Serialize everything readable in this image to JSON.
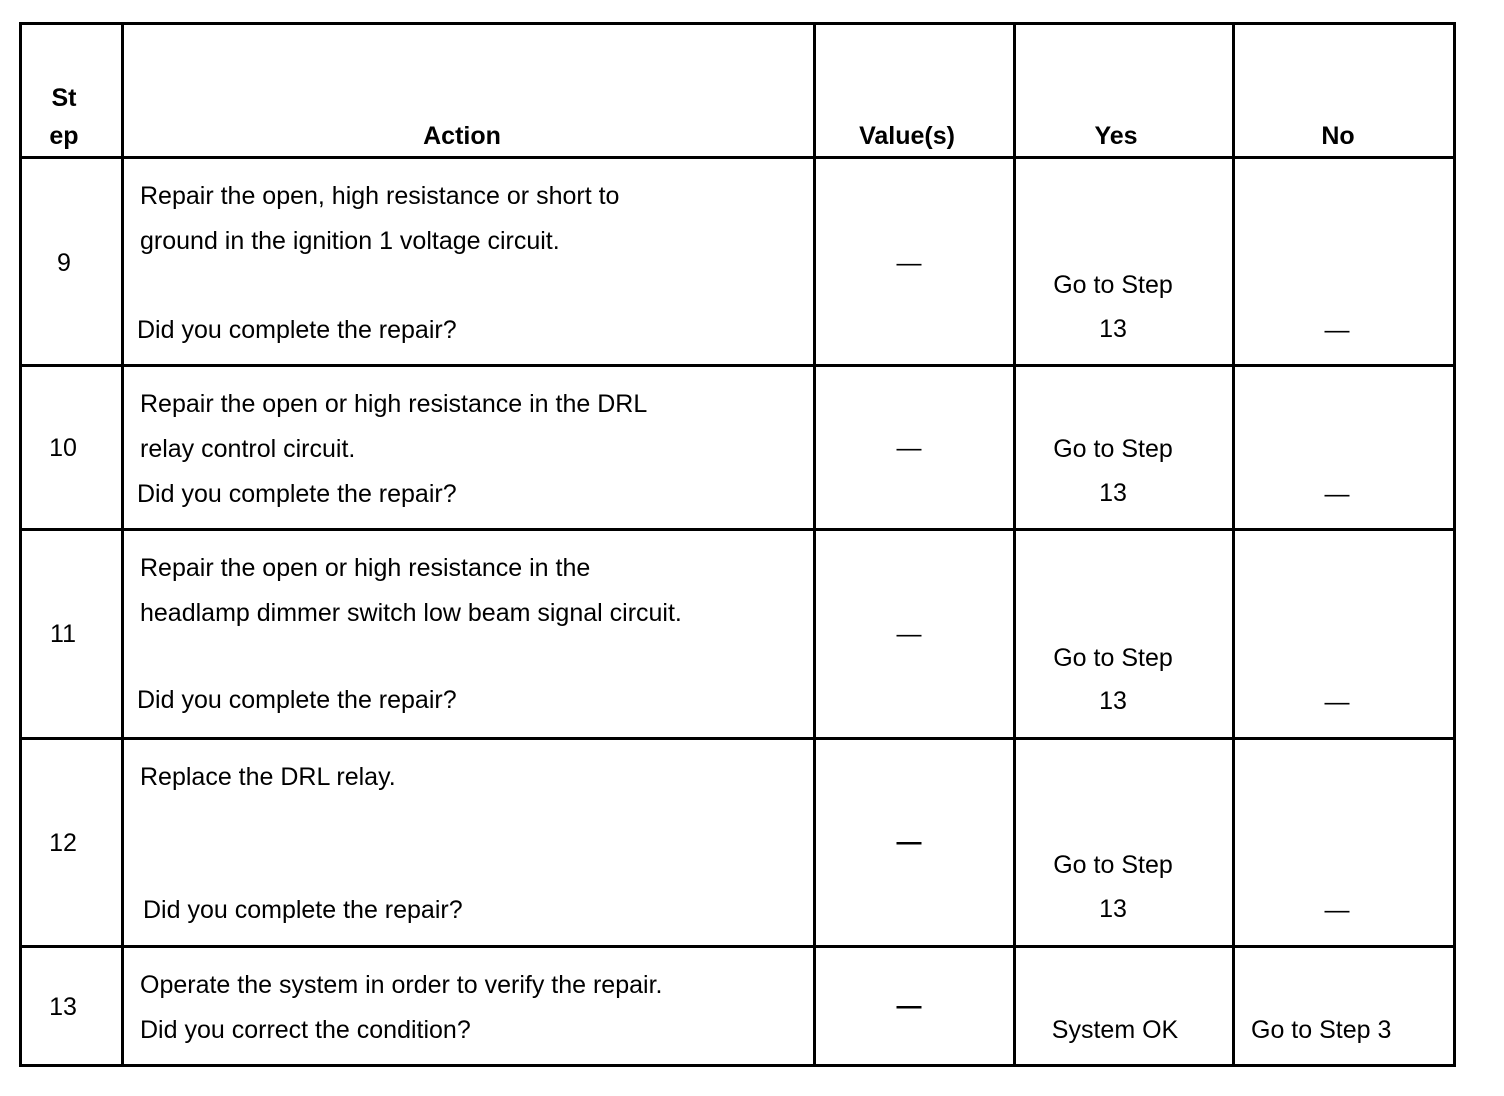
{
  "header": {
    "step_line1": "St",
    "step_line2": "ep",
    "action": "Action",
    "values": "Value(s)",
    "yes": "Yes",
    "no": "No"
  },
  "rows": [
    {
      "step": "9",
      "action_lines": [
        "Repair the open, high resistance or short to",
        "ground in the ignition 1 voltage circuit.",
        "Did you complete the repair?"
      ],
      "value": "—",
      "yes_lines": [
        "Go to Step",
        "13"
      ],
      "no": "—"
    },
    {
      "step": "10",
      "action_lines": [
        "Repair the open or high resistance in the DRL",
        "relay control circuit.",
        "Did you complete the repair?"
      ],
      "value": "—",
      "yes_lines": [
        "Go to Step",
        "13"
      ],
      "no": "—"
    },
    {
      "step": "11",
      "action_lines": [
        "Repair the open or high resistance in the",
        "headlamp dimmer switch low beam signal circuit.",
        "Did you complete the repair?"
      ],
      "value": "—",
      "yes_lines": [
        "Go to Step",
        "13"
      ],
      "no": "—"
    },
    {
      "step": "12",
      "action_lines": [
        "Replace the DRL relay.",
        "Did you complete the repair?"
      ],
      "value": "—",
      "yes_lines": [
        "Go to Step",
        "13"
      ],
      "no": "—"
    },
    {
      "step": "13",
      "action_lines": [
        "Operate the system in order to verify the repair.",
        "Did you correct the condition?"
      ],
      "value": "—",
      "yes_lines": [
        "System OK"
      ],
      "no": "Go to Step 3"
    }
  ]
}
